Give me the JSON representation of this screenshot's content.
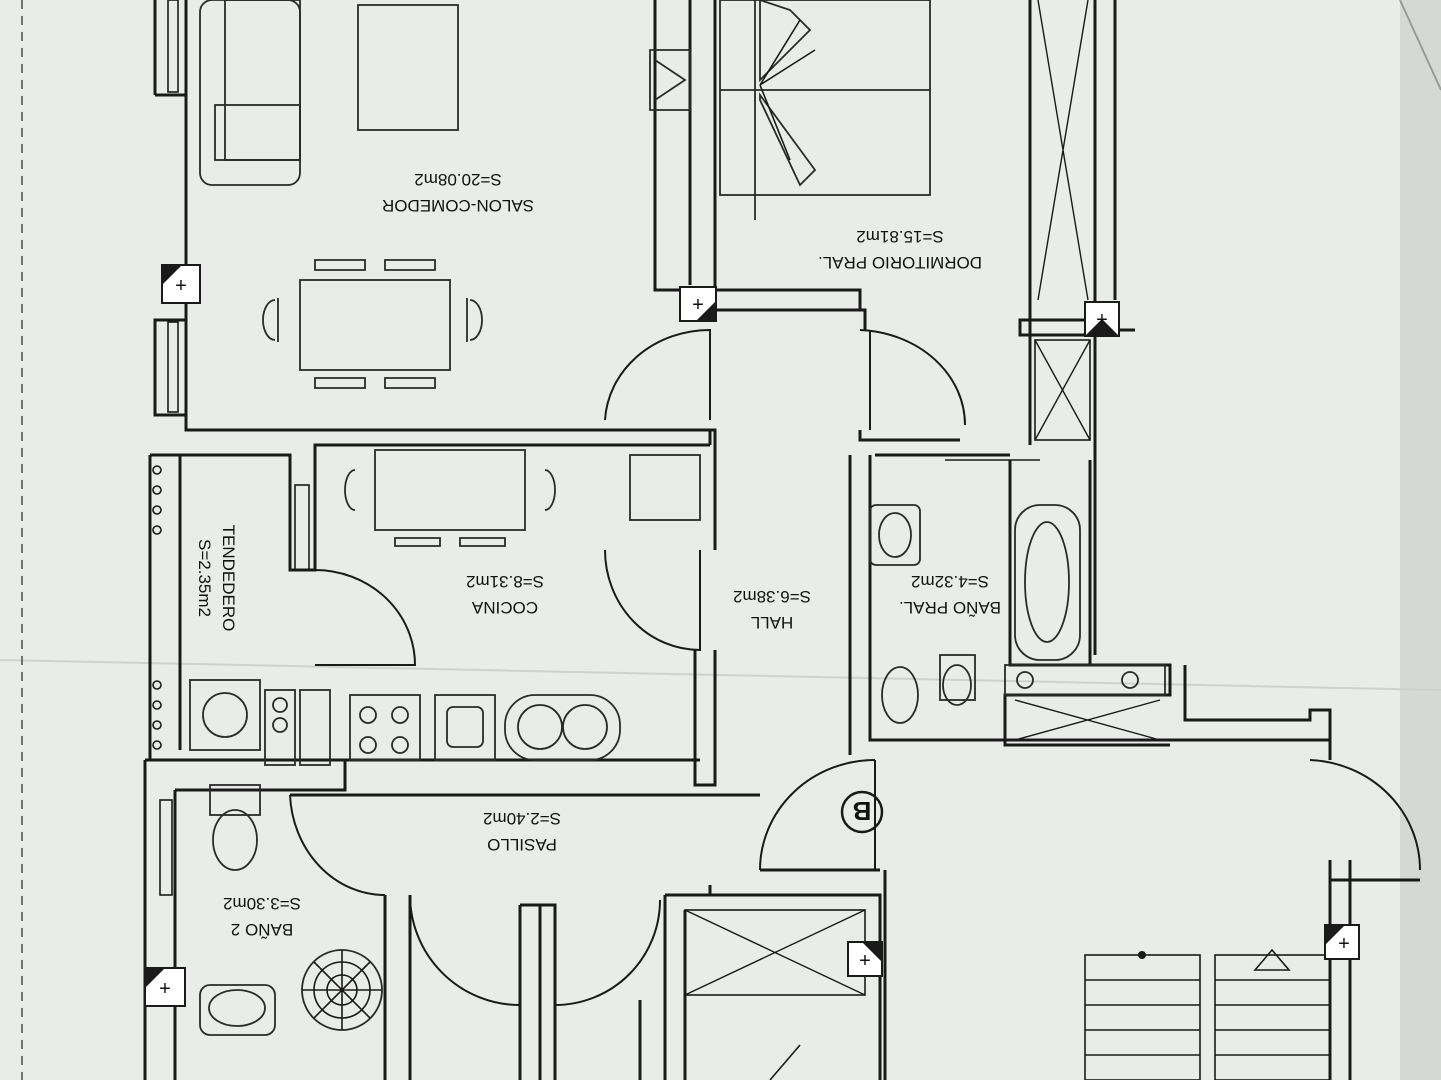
{
  "rooms": {
    "salon": {
      "name": "SALON-COMEDOR",
      "area": "S=20.08m2"
    },
    "dormitorio": {
      "name": "DORMITORIO PRAL.",
      "area": "S=15.81m2"
    },
    "tendedero": {
      "name": "TENDEDERO",
      "area": "S=2.35m2"
    },
    "cocina": {
      "name": "COCINA",
      "area": "S=8.31m2"
    },
    "hall": {
      "name": "HALL",
      "area": "S=6.38m2"
    },
    "bano_pral": {
      "name": "BAÑO PRAL.",
      "area": "S=4.32m2"
    },
    "pasillo": {
      "name": "PASILLO",
      "area": "S=2.40m2"
    },
    "bano2": {
      "name": "BAÑO 2",
      "area": "S=3.30m2"
    }
  },
  "markers": {
    "unit_letter": "B",
    "plus_symbol": "+"
  },
  "colors": {
    "paper": "#e9ebe9",
    "ink": "#1a1a1a",
    "label_box": "#ffffff"
  }
}
